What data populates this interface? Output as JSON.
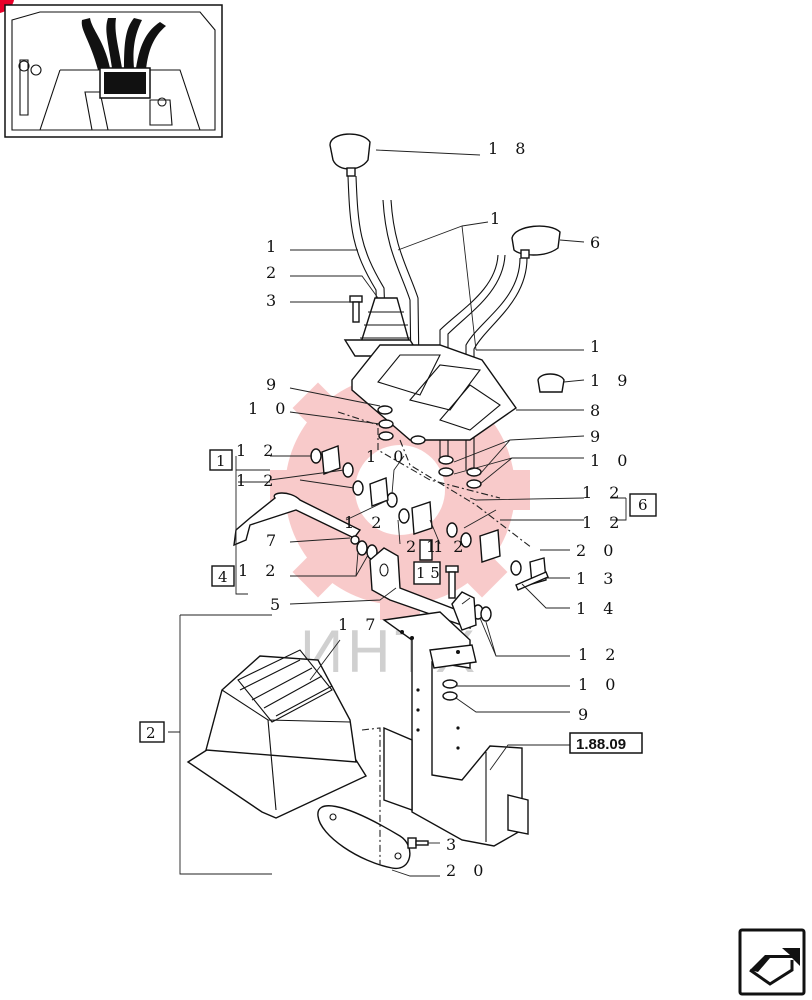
{
  "watermark": {
    "text": "ИНТХ",
    "color": "#f07070"
  },
  "corner_mark_color": "#e8002a",
  "reference_box": {
    "label": "1.88.09"
  },
  "callouts": [
    {
      "id": "c18",
      "text": "1 8"
    },
    {
      "id": "c1a",
      "text": "1"
    },
    {
      "id": "c1b",
      "text": "1"
    },
    {
      "id": "c6",
      "text": "6"
    },
    {
      "id": "c2",
      "text": "2"
    },
    {
      "id": "c3a",
      "text": "3"
    },
    {
      "id": "c1c",
      "text": "1"
    },
    {
      "id": "c19",
      "text": "1 9"
    },
    {
      "id": "c9a",
      "text": "9"
    },
    {
      "id": "c10a",
      "text": "1 0"
    },
    {
      "id": "c8",
      "text": "8"
    },
    {
      "id": "c9b",
      "text": "9"
    },
    {
      "id": "c12a",
      "text": "1 2"
    },
    {
      "id": "c10b",
      "text": "1 0"
    },
    {
      "id": "c10c",
      "text": "1 0"
    },
    {
      "id": "c12b",
      "text": "1 2"
    },
    {
      "id": "c12c",
      "text": "1 2"
    },
    {
      "id": "c12d",
      "text": "1 2"
    },
    {
      "id": "c12e",
      "text": "1 2"
    },
    {
      "id": "c7",
      "text": "7"
    },
    {
      "id": "c21",
      "text": "2 1"
    },
    {
      "id": "c12f",
      "text": "1 2"
    },
    {
      "id": "c20a",
      "text": "2 0"
    },
    {
      "id": "c12g",
      "text": "1 2"
    },
    {
      "id": "c13",
      "text": "1 3"
    },
    {
      "id": "c5",
      "text": "5"
    },
    {
      "id": "c14",
      "text": "1 4"
    },
    {
      "id": "c17",
      "text": "1 7"
    },
    {
      "id": "c12h",
      "text": "1 2"
    },
    {
      "id": "c10d",
      "text": "1 0"
    },
    {
      "id": "c9c",
      "text": "9"
    },
    {
      "id": "c3b",
      "text": "3"
    },
    {
      "id": "c20b",
      "text": "2 0"
    }
  ],
  "boxed_refs": [
    {
      "id": "b1",
      "text": "1"
    },
    {
      "id": "b6",
      "text": "6"
    },
    {
      "id": "b15",
      "text": "1 5"
    },
    {
      "id": "b4",
      "text": "4"
    },
    {
      "id": "b2",
      "text": "2"
    }
  ]
}
